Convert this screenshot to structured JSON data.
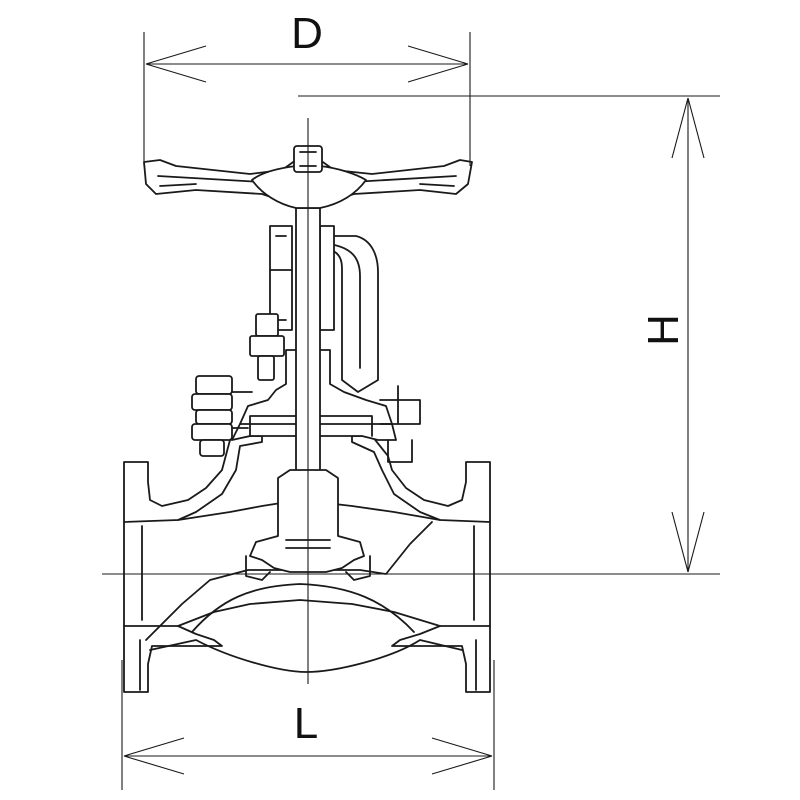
{
  "diagram": {
    "dimensions": {
      "diameter_label": "D",
      "height_label": "H",
      "length_label": "L"
    }
  }
}
